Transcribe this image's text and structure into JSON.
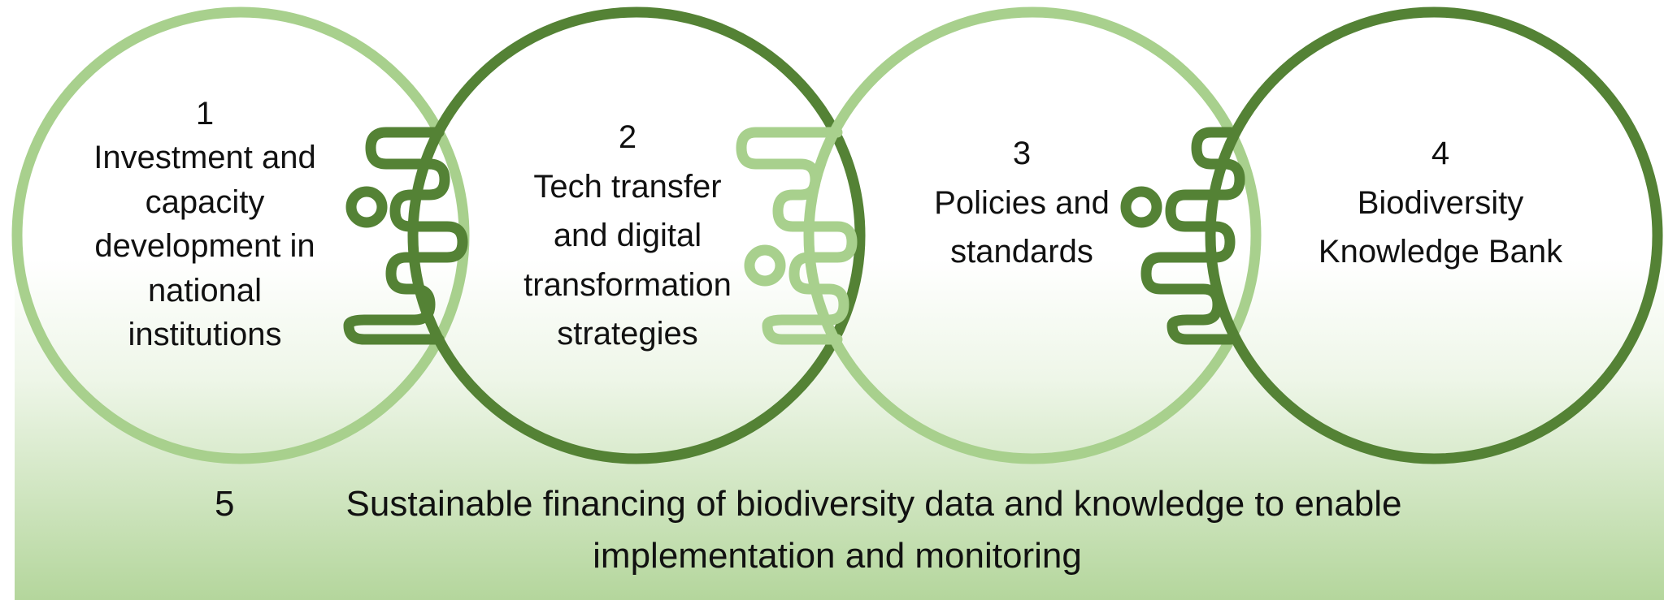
{
  "colors": {
    "light_green": "#a8d08d",
    "dark_green": "#548235",
    "band_top": "#ffffff",
    "band_bottom": "#b4d69c"
  },
  "circles": [
    {
      "number": "1",
      "lines": [
        "Investment and",
        "capacity",
        "development  in",
        "national",
        "institutions"
      ],
      "ring": "light"
    },
    {
      "number": "2",
      "lines": [
        "Tech transfer",
        "and digital",
        "transformation",
        "strategies"
      ],
      "ring": "dark"
    },
    {
      "number": "3",
      "lines": [
        "Policies and",
        "standards"
      ],
      "ring": "light"
    },
    {
      "number": "4",
      "lines": [
        "Biodiversity",
        "Knowledge Bank"
      ],
      "ring": "dark"
    }
  ],
  "bottom": {
    "number": "5",
    "line1": "Sustainable financing of biodiversity data and knowledge to enable",
    "line2": "implementation and monitoring"
  }
}
